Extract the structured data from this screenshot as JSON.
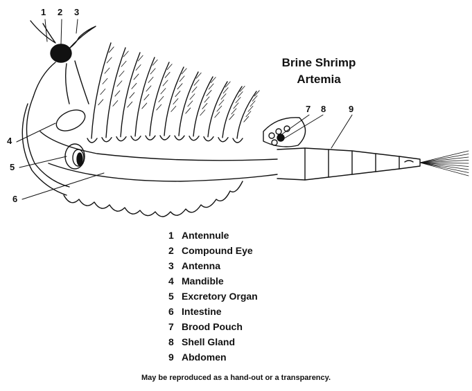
{
  "title": [
    "Brine Shrimp",
    "Artemia"
  ],
  "callouts": [
    "1",
    "2",
    "3",
    "4",
    "5",
    "6",
    "7",
    "8",
    "9"
  ],
  "legend": [
    {
      "num": "1",
      "label": "Antennule"
    },
    {
      "num": "2",
      "label": "Compound Eye"
    },
    {
      "num": "3",
      "label": "Antenna"
    },
    {
      "num": "4",
      "label": "Mandible"
    },
    {
      "num": "5",
      "label": "Excretory Organ"
    },
    {
      "num": "6",
      "label": "Intestine"
    },
    {
      "num": "7",
      "label": "Brood Pouch"
    },
    {
      "num": "8",
      "label": "Shell Gland"
    },
    {
      "num": "9",
      "label": "Abdomen"
    }
  ],
  "footer": "May be reproduced as a hand-out or a transparency.",
  "colors": {
    "ink": "#111111",
    "paper": "#ffffff"
  }
}
